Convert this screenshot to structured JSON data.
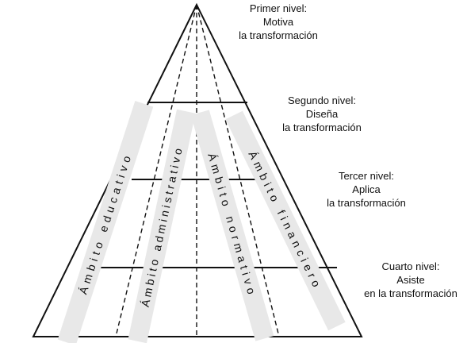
{
  "levels": [
    {
      "title": "Primer nivel:",
      "verb": "Motiva",
      "object": "la transformación"
    },
    {
      "title": "Segundo nivel:",
      "verb": "Diseña",
      "object": "la transformación"
    },
    {
      "title": "Tercer nivel:",
      "verb": "Aplica",
      "object": "la transformación"
    },
    {
      "title": "Cuarto nivel:",
      "verb": "Asiste",
      "object": "en la transformación"
    }
  ],
  "ambitos": [
    {
      "label": "Ámbito educativo"
    },
    {
      "label": "Ámbito administrativo"
    },
    {
      "label": "Ámbito normativo"
    },
    {
      "label": "Ámbito financiero"
    }
  ]
}
